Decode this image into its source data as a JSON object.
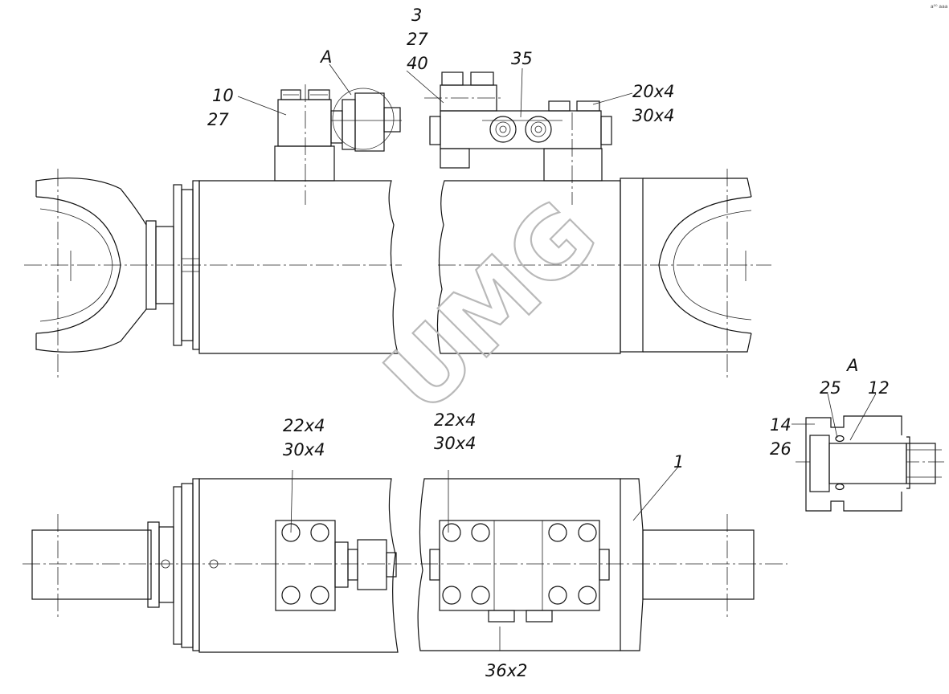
{
  "watermark": "UMG",
  "corner_mark": "a⁰⁰ aaa",
  "labels": {
    "l3": "3",
    "l27a": "27",
    "l40": "40",
    "l35": "35",
    "l20x4": "20x4",
    "l30x4a": "30x4",
    "lA_top": "A",
    "l10": "10",
    "l27b": "27",
    "l22x4_left": "22x4",
    "l30x4_left": "30x4",
    "l22x4_right": "22x4",
    "l30x4_right": "30x4",
    "l1": "1",
    "l36x2": "36x2",
    "lA_detail": "A",
    "l25": "25",
    "l12": "12",
    "l14": "14",
    "l26": "26"
  }
}
